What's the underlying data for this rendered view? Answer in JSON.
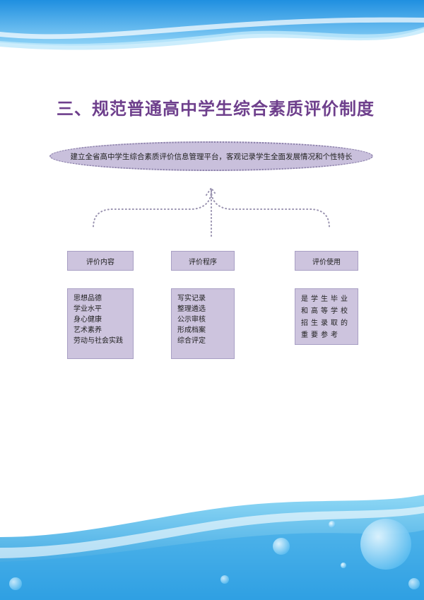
{
  "title": "三、规范普通高中学生综合素质评价制度",
  "platform": "建立全省高中学生综合素质评价信息管理平台，客观记录学生全面发展情况和个性特长",
  "columns": [
    {
      "heading": "评价内容",
      "items": [
        "思想品德",
        "学业水平",
        "身心健康",
        "艺术素养",
        "劳动与社会实践"
      ]
    },
    {
      "heading": "评价程序",
      "items": [
        "写实记录",
        "整理遴选",
        "公示审核",
        "形成档案",
        "综合评定"
      ]
    },
    {
      "heading": "评价使用",
      "text": "是学生毕业和高等学校招生录取的重要参考"
    }
  ],
  "colors": {
    "title": "#6e3f8c",
    "box_fill": "#cdc4de",
    "ellipse_fill": "#c9c0dc",
    "wave_blue": "#2aa3e8",
    "connector": "#9a93b0"
  }
}
